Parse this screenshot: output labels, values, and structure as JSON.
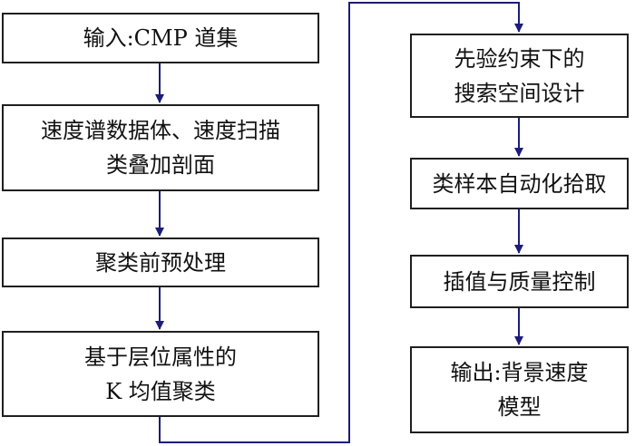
{
  "left_column": [
    {
      "lines": [
        "输入:CMP 道集"
      ]
    },
    {
      "lines": [
        "速度谱数据体、速度扫描",
        "类叠加剖面"
      ]
    },
    {
      "lines": [
        "聚类前预处理"
      ]
    },
    {
      "lines": [
        "基于层位属性的",
        "K 均值聚类"
      ]
    }
  ],
  "right_column": [
    {
      "lines": [
        "先验约束下的",
        "搜索空间设计"
      ]
    },
    {
      "lines": [
        "类样本自动化拾取"
      ]
    },
    {
      "lines": [
        "插值与质量控制"
      ]
    },
    {
      "lines": [
        "输出:背景速度",
        "模型"
      ]
    }
  ],
  "colors": {
    "arrow": "#1c1c7a",
    "border": "#1f1f1f",
    "text": "#111111"
  }
}
